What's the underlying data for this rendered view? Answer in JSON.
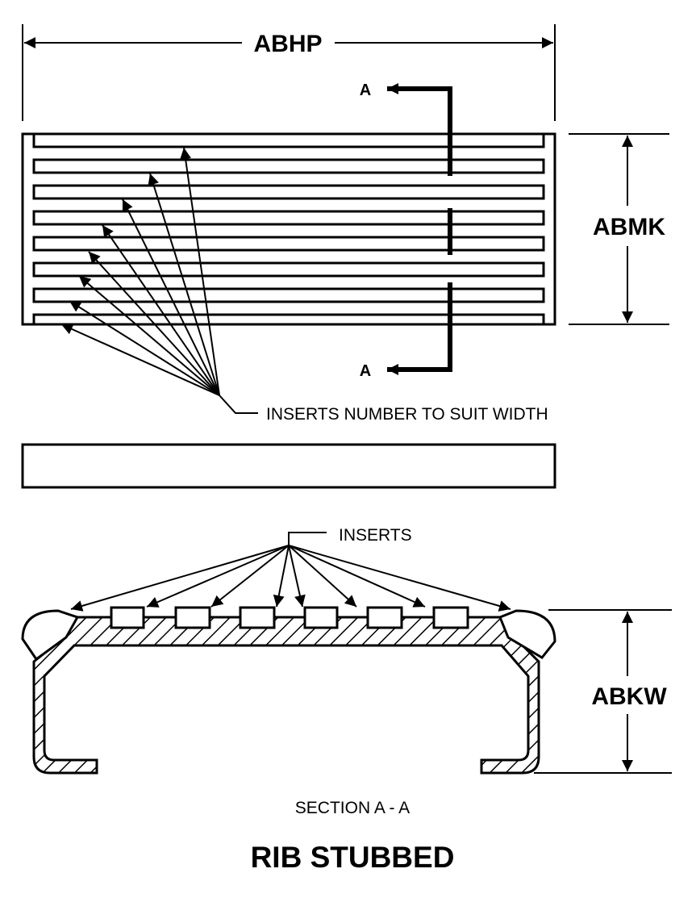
{
  "dimensions": {
    "width_label": "ABHP",
    "height_label": "ABMK",
    "section_height_label": "ABKW"
  },
  "section_markers": {
    "top": "A",
    "bottom": "A"
  },
  "callouts": {
    "plan_inserts": "INSERTS NUMBER TO SUIT WIDTH",
    "section_inserts": "INSERTS"
  },
  "section_caption": "SECTION A - A",
  "title": "RIB STUBBED",
  "colors": {
    "ink": "#000000",
    "paper": "#ffffff"
  }
}
